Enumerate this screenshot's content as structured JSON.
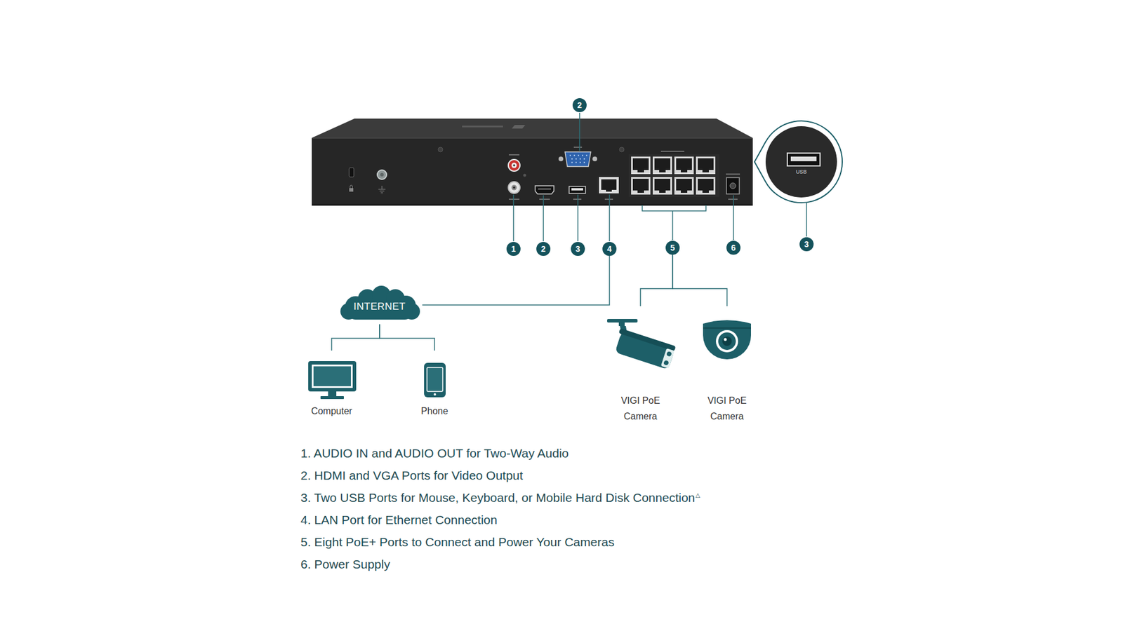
{
  "diagram": {
    "nodes": [
      {
        "text": [
          "2"
        ]
      },
      {
        "text": [
          "1"
        ]
      },
      {
        "text": [
          "2"
        ]
      },
      {
        "text": [
          "3"
        ]
      },
      {
        "text": [
          "4"
        ]
      },
      {
        "text": [
          "5"
        ]
      },
      {
        "text": [
          "6"
        ]
      },
      {
        "text": [
          "3"
        ]
      },
      {
        "text": [
          "INTERNET"
        ]
      },
      {
        "text": [
          "Computer"
        ]
      },
      {
        "text": [
          "Phone"
        ]
      },
      {
        "text": [
          "VIGI PoE Camera"
        ]
      },
      {
        "text": [
          "VIGI PoE Camera"
        ]
      }
    ],
    "edges": [
      {
        "from": 4,
        "to": 8,
        "arrow": "none"
      },
      {
        "from": 8,
        "to": 9,
        "arrow": "none"
      },
      {
        "from": 8,
        "to": 10,
        "arrow": "none"
      },
      {
        "from": 5,
        "to": 11,
        "arrow": "none"
      },
      {
        "from": 5,
        "to": 12,
        "arrow": "none"
      }
    ],
    "labels": [
      "USB",
      "1. AUDIO IN and AUDIO OUT for Two-Way Audio",
      "2. HDMI and VGA Ports for Video Output",
      "3. Two USB Ports for Mouse, Keyboard, or Mobile Hard Disk Connection",
      "△",
      "4. LAN Port for Ethernet Connection",
      "5. Eight PoE+ Ports to Connect and Power Your Cameras",
      "6. Power Supply"
    ]
  }
}
